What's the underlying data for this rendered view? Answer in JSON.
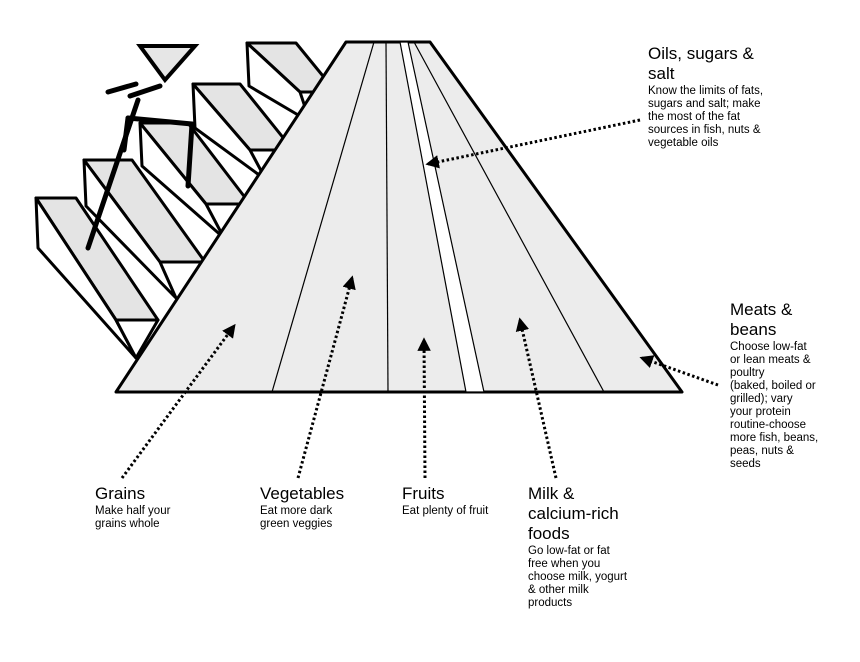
{
  "groups": {
    "oils": {
      "title": "Oils, sugars &\nsalt",
      "desc": "Know the limits of fats,\nsugars and salt; make\nthe most of the fat\nsources in fish, nuts &\nvegetable oils"
    },
    "meats": {
      "title": "Meats &\nbeans",
      "desc": "Choose low-fat\nor lean meats &\npoultry\n(baked, boiled or\ngrilled); vary\nyour protein\nroutine-choose\nmore fish, beans,\npeas, nuts &\nseeds"
    },
    "grains": {
      "title": "Grains",
      "desc": "Make half your\ngrains whole"
    },
    "vegetables": {
      "title": "Vegetables",
      "desc": "Eat more dark\ngreen veggies"
    },
    "fruits": {
      "title": "Fruits",
      "desc": "Eat plenty of fruit"
    },
    "milk": {
      "title": "Milk &\ncalcium-rich\nfoods",
      "desc": "Go low-fat or fat\nfree when you\nchoose milk, yogurt\n& other milk\nproducts"
    }
  },
  "colors": {
    "band_fill": "#ececec",
    "oil_band": "#ffffff",
    "step_tread": "#e4e4e4",
    "step_riser": "#ffffff",
    "stroke": "#000000"
  }
}
